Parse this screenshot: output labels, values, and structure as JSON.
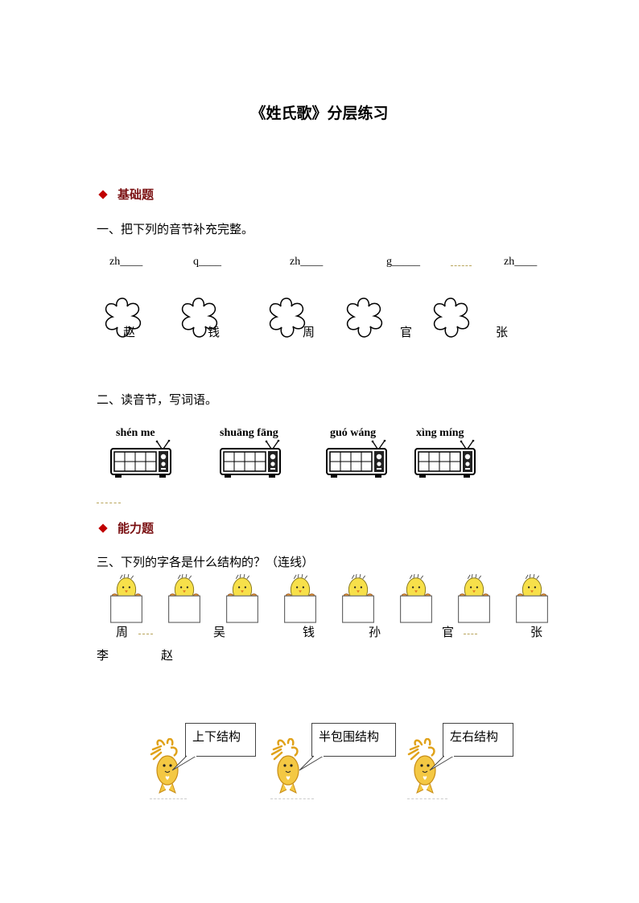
{
  "title": "《姓氏歌》分层练习",
  "sections": {
    "basic": "基础题",
    "ability": "能力题"
  },
  "q1": {
    "prompt": "一、把下列的音节补充完整。",
    "syllables": [
      "zh____",
      "q____",
      "zh____",
      "g_____",
      "zh____"
    ],
    "chars": [
      "赵",
      "钱",
      "周",
      "官",
      "张"
    ]
  },
  "q2": {
    "prompt": "二、读音节，写词语。",
    "words": [
      "shén me",
      "shuāng fāng",
      "guó wáng",
      "xìng míng"
    ]
  },
  "q3": {
    "prompt": "三、下列的字各是什么结构的？（连线）",
    "chars_row": [
      "周",
      "吴",
      "钱",
      "孙",
      "官",
      "张"
    ],
    "chars_row2": [
      "李",
      "赵"
    ],
    "structures": [
      "上下结构",
      "半包围结构",
      "左右结构"
    ]
  }
}
